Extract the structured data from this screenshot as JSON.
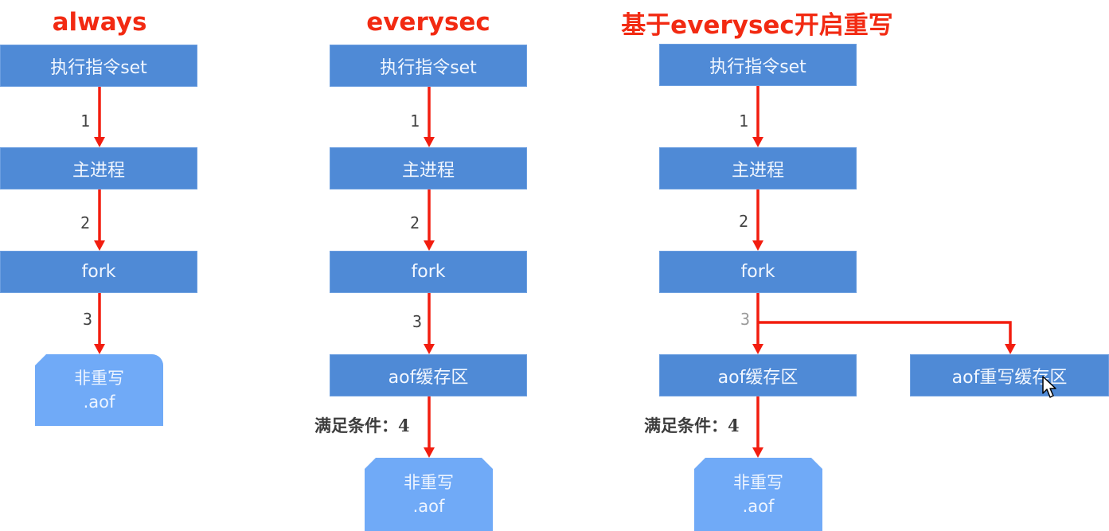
{
  "columns": [
    {
      "title": "always",
      "nodes": {
        "command": "执行指令set",
        "main_process": "主进程",
        "fork": "fork"
      },
      "steps": [
        "1",
        "2",
        "3"
      ],
      "file": {
        "line1": "非重写",
        "line2": ".aof"
      }
    },
    {
      "title": "everysec",
      "nodes": {
        "command": "执行指令set",
        "main_process": "主进程",
        "fork": "fork",
        "buffer": "aof缓存区"
      },
      "steps": [
        "1",
        "2",
        "3"
      ],
      "condition": "满足条件：4",
      "file": {
        "line1": "非重写",
        "line2": ".aof"
      }
    },
    {
      "title": "基于everysec开启重写",
      "nodes": {
        "command": "执行指令set",
        "main_process": "主进程",
        "fork": "fork",
        "buffer": "aof缓存区",
        "rewrite_buffer": "aof重写缓存区"
      },
      "steps": [
        "1",
        "2",
        "3"
      ],
      "condition": "满足条件：4",
      "file": {
        "line1": "非重写",
        "line2": ".aof"
      }
    }
  ],
  "colors": {
    "title_red": "#f22a12",
    "arrow_red": "#f21d0f",
    "process_box": "#4f8ad6",
    "file_box": "#70aaf7"
  }
}
